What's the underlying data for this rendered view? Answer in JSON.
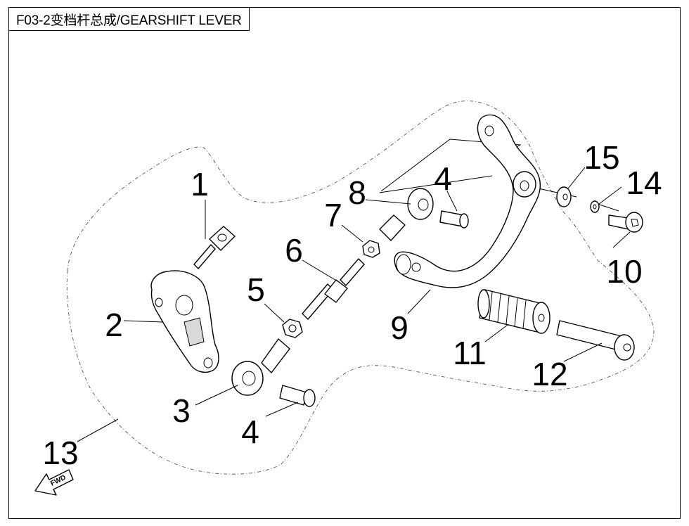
{
  "title": "F03-2变档杆总成/GEARSHIFT LEVER",
  "callouts": {
    "c1": "1",
    "c2": "2",
    "c3": "3",
    "c4a": "4",
    "c4b": "4",
    "c5": "5",
    "c6": "6",
    "c7": "7",
    "c8": "8",
    "c9": "9",
    "c10": "10",
    "c11": "11",
    "c12": "12",
    "c13": "13",
    "c14": "14",
    "c15": "15"
  },
  "fwd_label": "FWD"
}
